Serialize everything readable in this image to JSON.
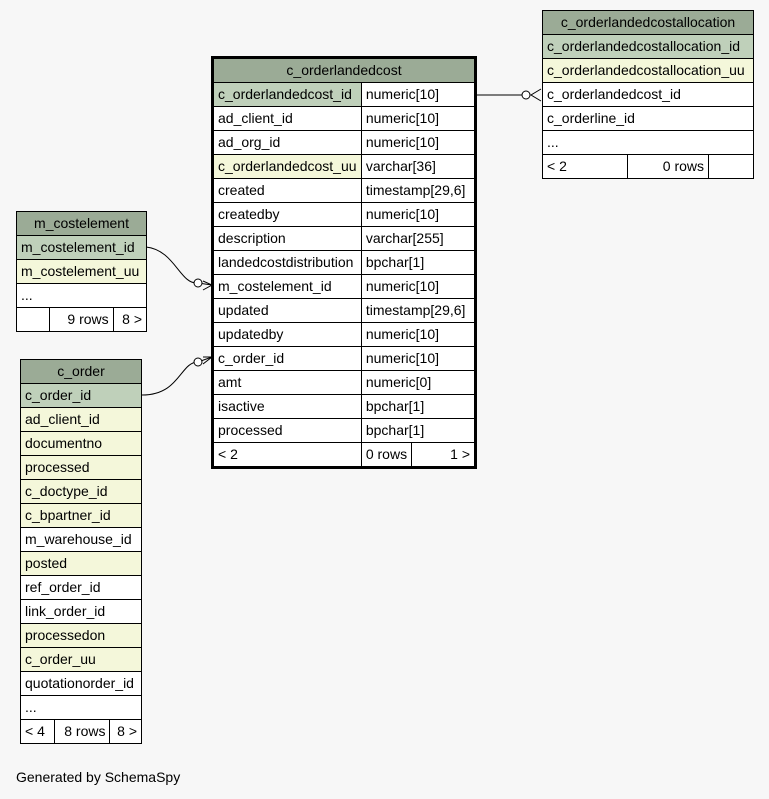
{
  "tables": {
    "orderlandedcost": {
      "name": "c_orderlandedcost",
      "columns": [
        {
          "name": "c_orderlandedcost_id",
          "type": "numeric[10]"
        },
        {
          "name": "ad_client_id",
          "type": "numeric[10]"
        },
        {
          "name": "ad_org_id",
          "type": "numeric[10]"
        },
        {
          "name": "c_orderlandedcost_uu",
          "type": "varchar[36]"
        },
        {
          "name": "created",
          "type": "timestamp[29,6]"
        },
        {
          "name": "createdby",
          "type": "numeric[10]"
        },
        {
          "name": "description",
          "type": "varchar[255]"
        },
        {
          "name": "landedcostdistribution",
          "type": "bpchar[1]"
        },
        {
          "name": "m_costelement_id",
          "type": "numeric[10]"
        },
        {
          "name": "updated",
          "type": "timestamp[29,6]"
        },
        {
          "name": "updatedby",
          "type": "numeric[10]"
        },
        {
          "name": "c_order_id",
          "type": "numeric[10]"
        },
        {
          "name": "amt",
          "type": "numeric[0]"
        },
        {
          "name": "isactive",
          "type": "bpchar[1]"
        },
        {
          "name": "processed",
          "type": "bpchar[1]"
        }
      ],
      "footer": {
        "parents": "< 2",
        "rows": "0 rows",
        "children": "1 >"
      }
    },
    "allocation": {
      "name": "c_orderlandedcostallocation",
      "columns": [
        "c_orderlandedcostallocation_id",
        "c_orderlandedcostallocation_uu",
        "c_orderlandedcost_id",
        "c_orderline_id",
        "..."
      ],
      "footer": {
        "parents": "< 2",
        "rows": "0 rows",
        "children": ""
      }
    },
    "costelement": {
      "name": "m_costelement",
      "columns": [
        "m_costelement_id",
        "m_costelement_uu",
        "..."
      ],
      "footer": {
        "parents": "",
        "rows": "9 rows",
        "children": "8 >"
      }
    },
    "order": {
      "name": "c_order",
      "columns": [
        "c_order_id",
        "ad_client_id",
        "documentno",
        "processed",
        "c_doctype_id",
        "c_bpartner_id",
        "m_warehouse_id",
        "posted",
        "ref_order_id",
        "link_order_id",
        "processedon",
        "c_order_uu",
        "quotationorder_id",
        "..."
      ],
      "footer": {
        "parents": "< 4",
        "rows": "8 rows",
        "children": "8 >"
      }
    }
  },
  "colors": {
    "header": "#9bab96",
    "primary_key": "#bfd0ba",
    "indexed": "#f4f7da",
    "background": "#f7f7f7"
  },
  "footer_text": "Generated by SchemaSpy"
}
